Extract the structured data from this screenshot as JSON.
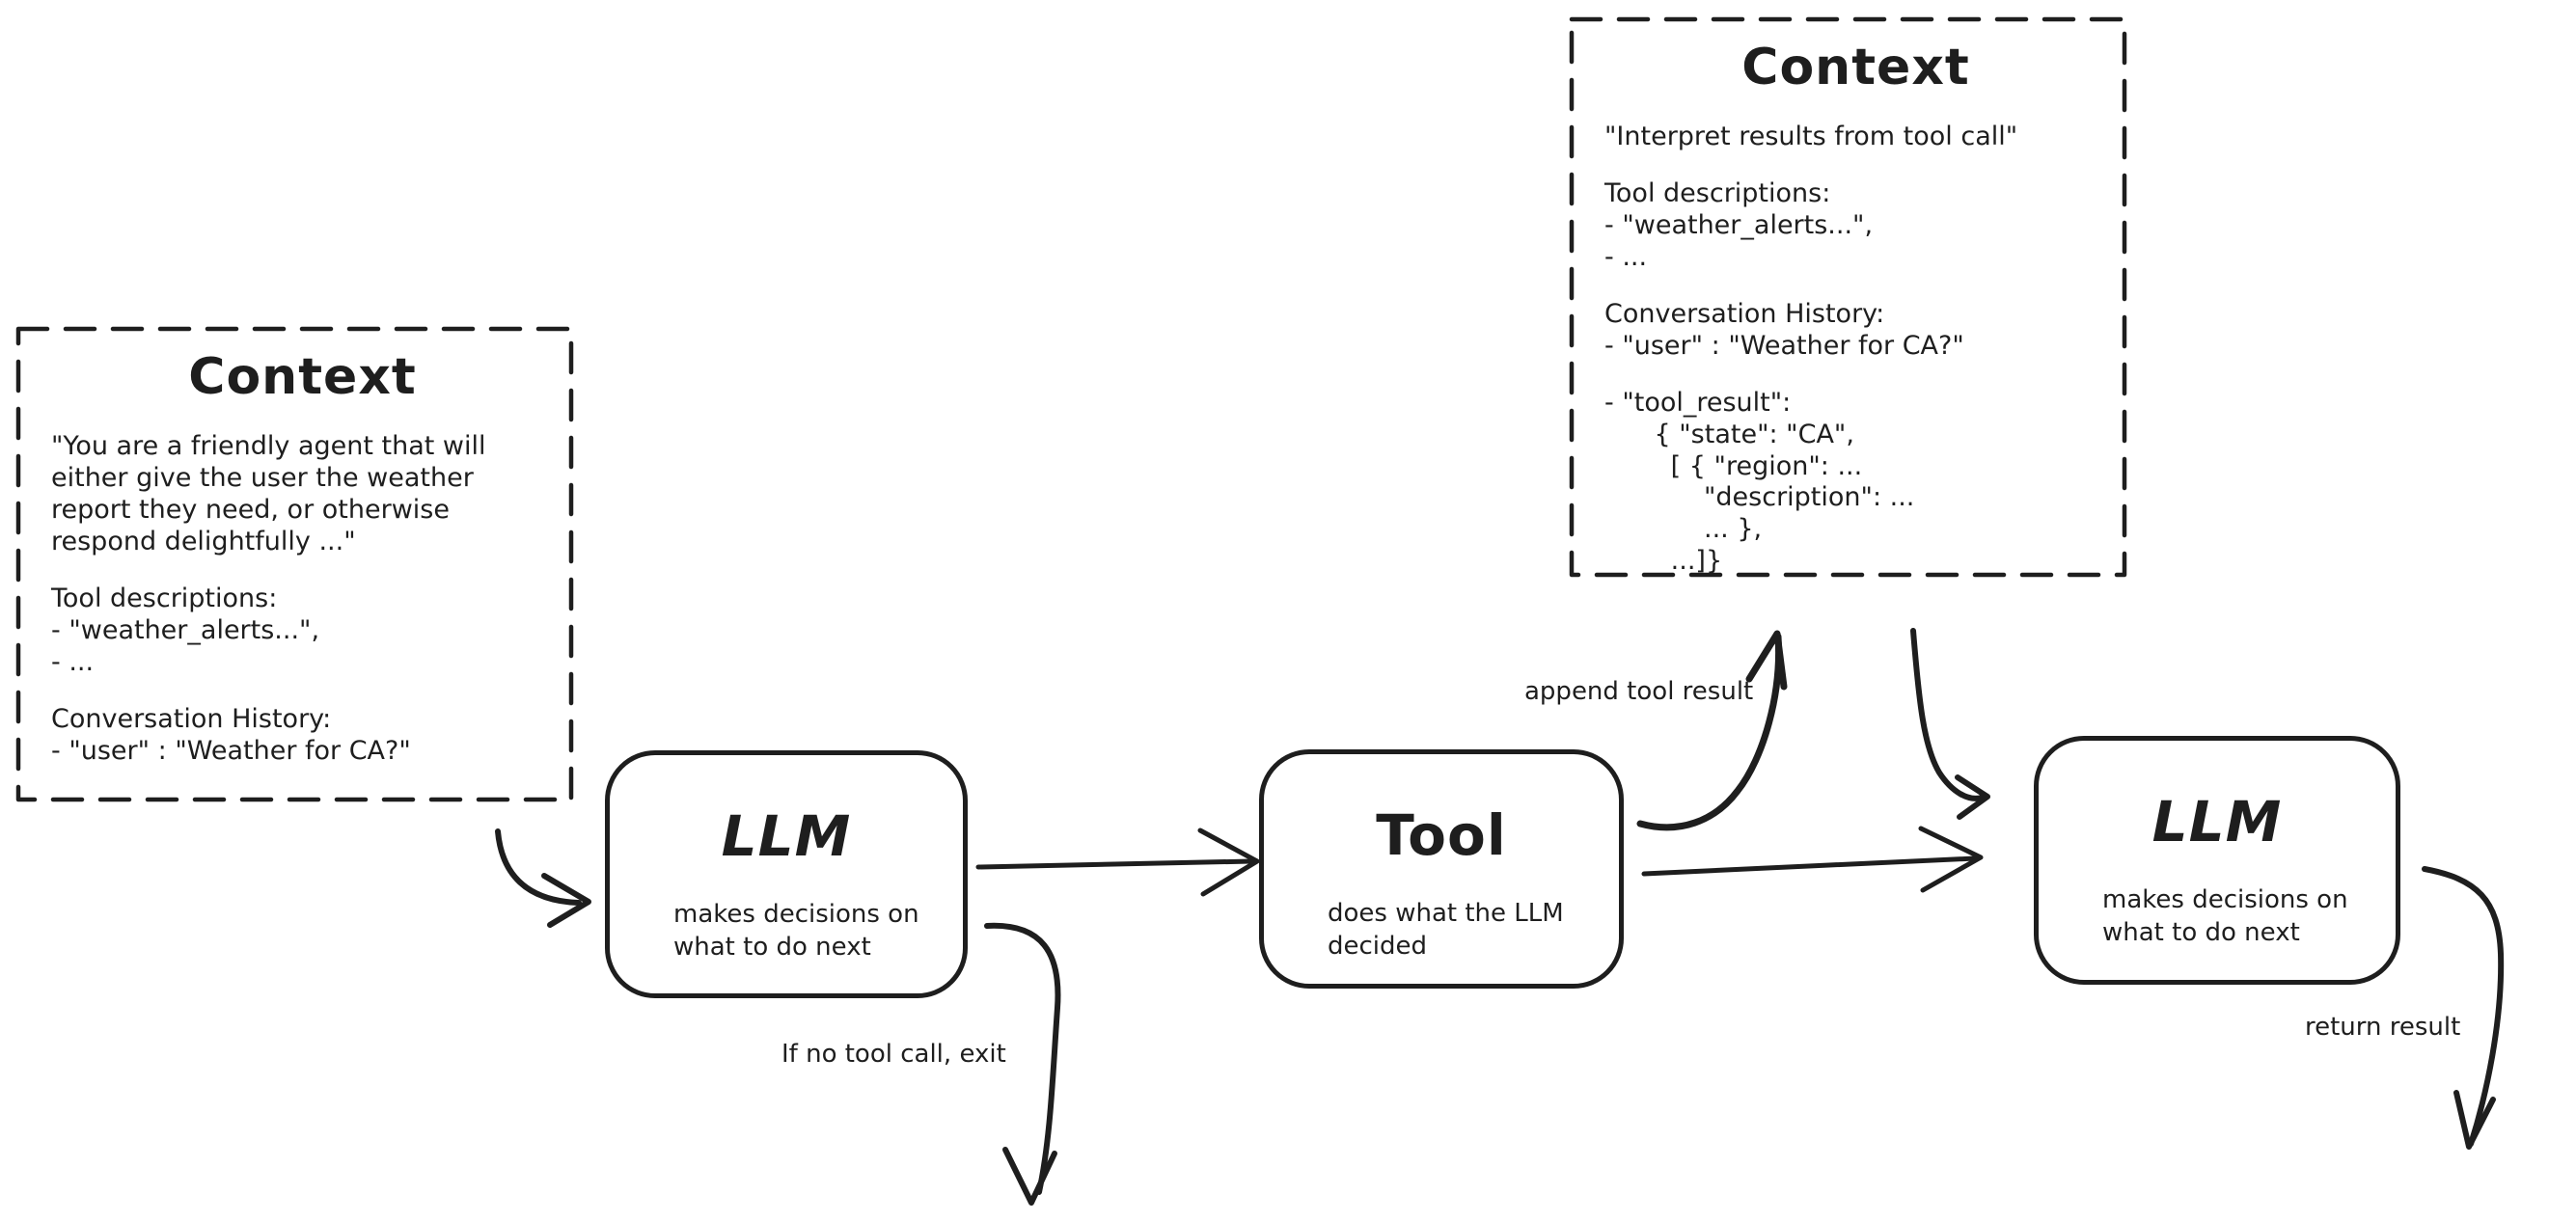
{
  "colors": {
    "ink": "#1e1e1e",
    "background": "#ffffff"
  },
  "context_left": {
    "title": "Context",
    "paragraphs": [
      [
        "\"You are a friendly agent that will",
        "either give the user the weather",
        "report they need, or otherwise",
        "respond delightfully ...\""
      ],
      [
        "Tool descriptions:",
        "- \"weather_alerts...\",",
        "- ..."
      ],
      [
        "Conversation History:",
        "- \"user\" : \"Weather for CA?\""
      ]
    ]
  },
  "context_right": {
    "title": "Context",
    "paragraphs": [
      [
        "\"Interpret results from tool call\""
      ],
      [
        "Tool descriptions:",
        "- \"weather_alerts...\",",
        "- ..."
      ],
      [
        "Conversation History:",
        "- \"user\" : \"Weather for CA?\""
      ],
      [
        "- \"tool_result\":",
        "      { \"state\": \"CA\",",
        "        [ { \"region\": ...",
        "            \"description\": ...",
        "            ... },",
        "        ...]}"
      ]
    ]
  },
  "nodes": {
    "llm1": {
      "title": "LLM",
      "subtitle_lines": [
        "makes decisions on",
        "what to do next"
      ]
    },
    "tool": {
      "title": "Tool",
      "subtitle_lines": [
        "does what the LLM",
        "decided"
      ]
    },
    "llm2": {
      "title": "LLM",
      "subtitle_lines": [
        "makes decisions on",
        "what to do next"
      ]
    }
  },
  "labels": {
    "append_tool_result": "append tool result",
    "if_no_tool_call": "If no tool call, exit",
    "return_result": "return result"
  }
}
